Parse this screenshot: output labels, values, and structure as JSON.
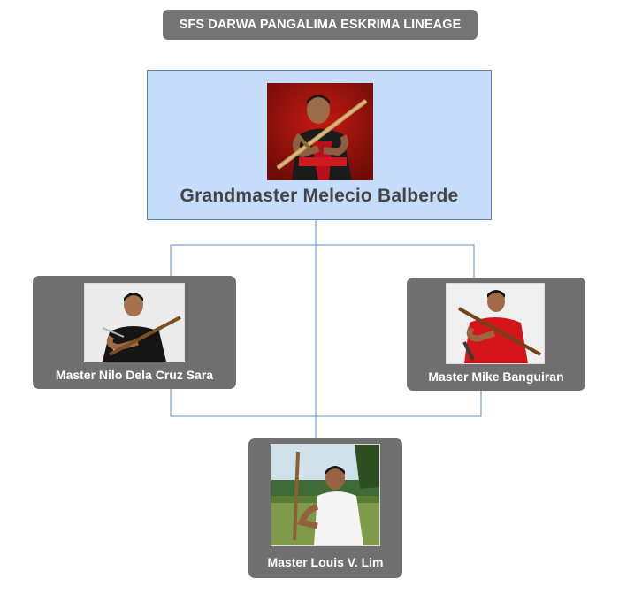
{
  "title": "SFS DARWA PANGALIMA ESKRIMA LINEAGE",
  "grandmaster": {
    "name": "Grandmaster Melecio Balberde",
    "photo_icon": "grandmaster-photo"
  },
  "masters": [
    {
      "name": "Master Nilo Dela Cruz Sara",
      "photo_icon": "master-photo"
    },
    {
      "name": "Master Mike Banguiran",
      "photo_icon": "master-photo"
    },
    {
      "name": "Master Louis V. Lim",
      "photo_icon": "master-photo"
    }
  ],
  "colors": {
    "pill": "#747474",
    "card": "#707070",
    "grandmaster_box": "#c6dcfb",
    "grandmaster_border": "#5d82b8",
    "connector": "#5d8fc8"
  }
}
